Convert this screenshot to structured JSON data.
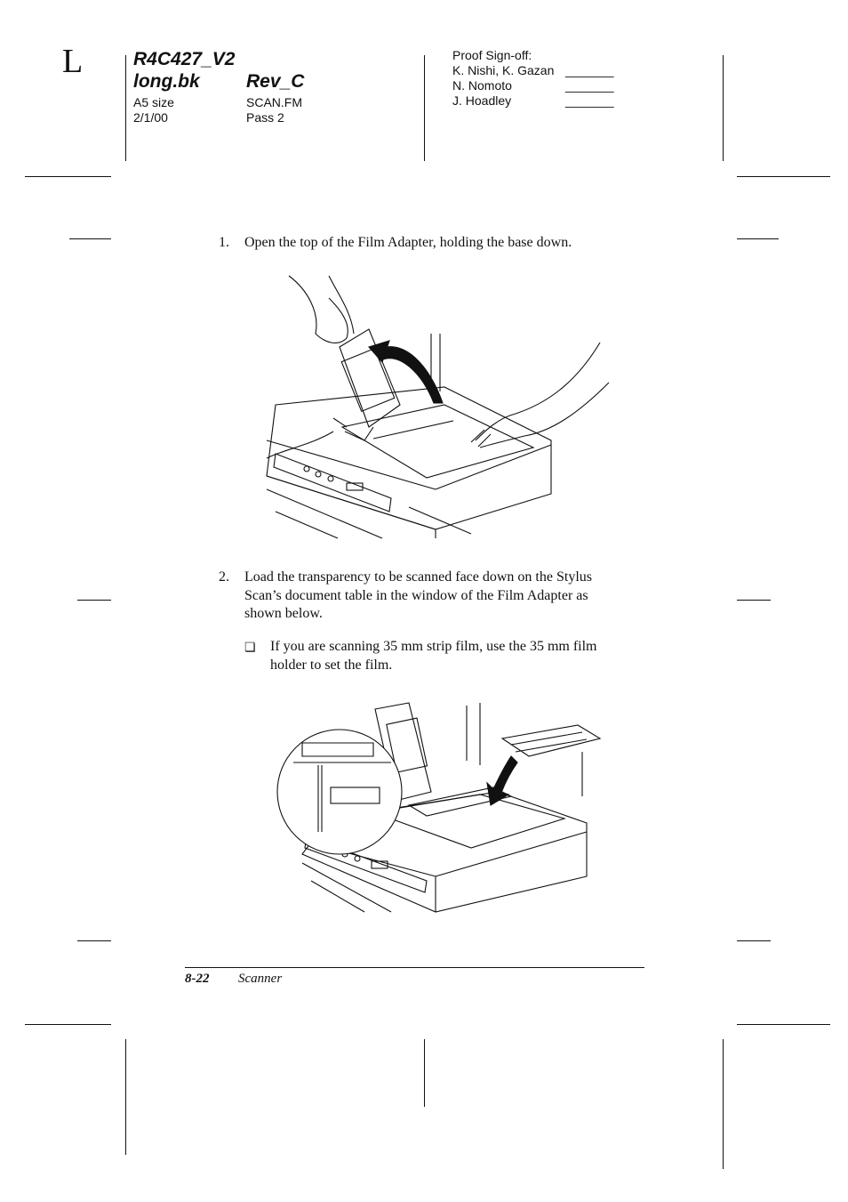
{
  "header": {
    "side_mark": "L",
    "doc_code": "R4C427_V2",
    "book": "long.bk",
    "revision": "Rev_C",
    "size": "A5 size",
    "date": "2/1/00",
    "file": "SCAN.FM",
    "pass": "Pass 2",
    "proof_title": "Proof Sign-off:",
    "signers": [
      "K. Nishi, K. Gazan",
      "N. Nomoto",
      "J. Hoadley"
    ],
    "signoff_blank": "_______"
  },
  "steps": [
    {
      "number": "1.",
      "text": "Open the top of the Film Adapter, holding the base down."
    },
    {
      "number": "2.",
      "text_lines": [
        "Load the transparency to be scanned face down on the Stylus",
        "Scan’s document table in the window of the Film Adapter as",
        "shown below."
      ]
    }
  ],
  "bullet": {
    "box": "❏",
    "lines": [
      "If you are scanning 35 mm strip film, use the 35 mm film",
      "holder to set the film."
    ]
  },
  "footer": {
    "page_number": "8-22",
    "section": "Scanner"
  }
}
